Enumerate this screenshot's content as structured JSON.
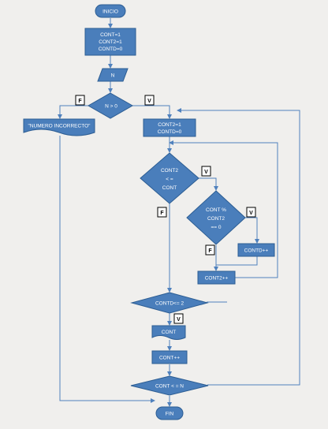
{
  "nodes": {
    "inicio": "INICIO",
    "init_lines": [
      "CONT=1",
      "CONT2=1",
      "CONTD=0"
    ],
    "input_n": "N",
    "cond_n_gt_0": "N > 0",
    "error_msg": "\"NUMERO INCORRECTO\"",
    "init2_lines": [
      "CONT2=1",
      "CONTD=0"
    ],
    "cond_cont2_lines": [
      "CONT2",
      "< =",
      "CONT"
    ],
    "cond_mod_lines": [
      "CONT %",
      "CONT2",
      "== 0"
    ],
    "contd_inc": "CONTD++",
    "cont2_inc": "CONT2++",
    "cond_contd": "CONTD<= 2",
    "print_cont": "CONT",
    "cont_inc": "CONT++",
    "cond_cont_le_n": "CONT < = N",
    "fin": "FIN"
  },
  "branch_tags": {
    "f_main": "F",
    "v_main": "V",
    "v_cont2": "V",
    "f_cont2": "F",
    "v_mod": "V",
    "f_mod": "F",
    "v_contd": "V"
  },
  "colors": {
    "node_fill": "#4a7ebb",
    "node_stroke": "#2c5d93",
    "line": "#4f81bd",
    "background": "#f0efed"
  }
}
